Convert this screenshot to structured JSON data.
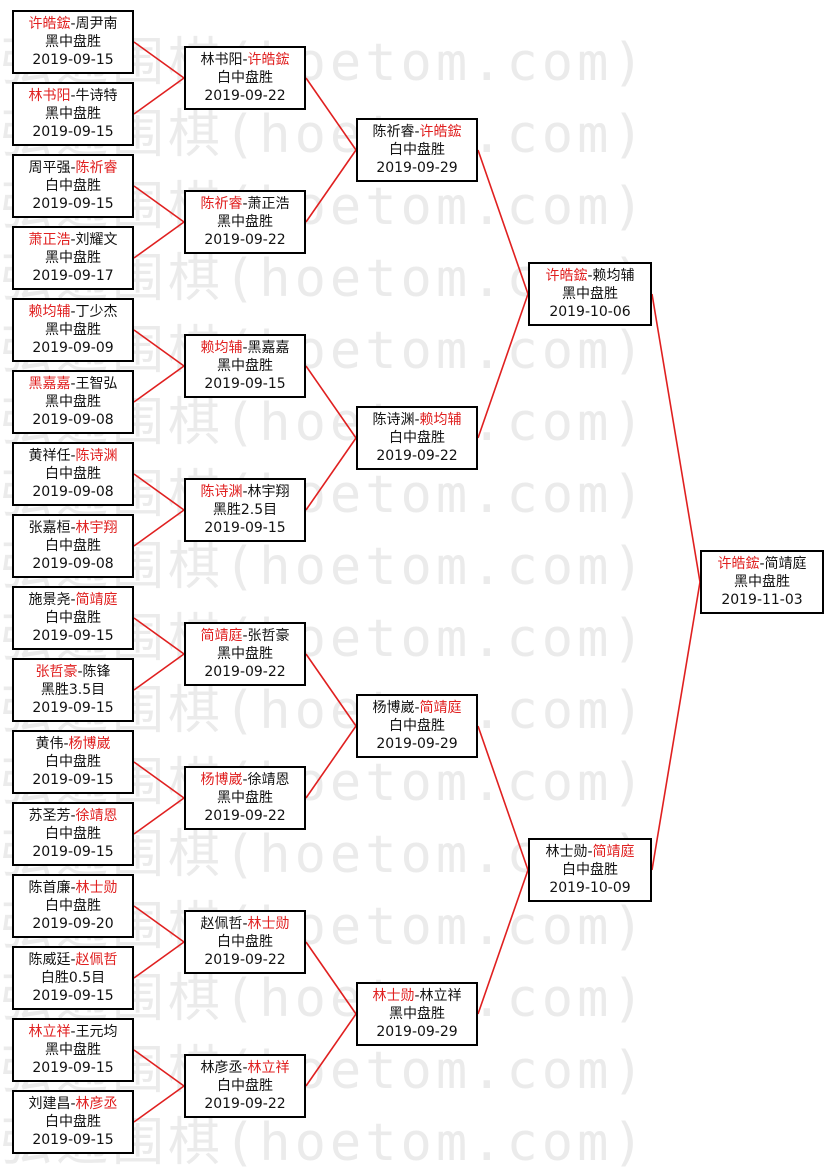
{
  "colors": {
    "winner": "#e02020",
    "connector": "#e02020",
    "border": "#000000",
    "watermark": "#ebebeb"
  },
  "watermark_text": "弘通围棋(hoetom.com)",
  "rounds": [
    [
      {
        "p1": "许皓鋐",
        "sep": "-",
        "p2": "周尹南",
        "winner": 1,
        "result": "黑中盘胜",
        "date": "2019-09-15"
      },
      {
        "p1": "林书阳",
        "sep": "-",
        "p2": "牛诗特",
        "winner": 1,
        "result": "黑中盘胜",
        "date": "2019-09-15"
      },
      {
        "p1": "周平强",
        "sep": "-",
        "p2": "陈祈睿",
        "winner": 2,
        "result": "白中盘胜",
        "date": "2019-09-15"
      },
      {
        "p1": "萧正浩",
        "sep": "-",
        "p2": "刘耀文",
        "winner": 1,
        "result": "黑中盘胜",
        "date": "2019-09-17"
      },
      {
        "p1": "赖均辅",
        "sep": "-",
        "p2": "丁少杰",
        "winner": 1,
        "result": "黑中盘胜",
        "date": "2019-09-09"
      },
      {
        "p1": "黑嘉嘉",
        "sep": "-",
        "p2": "王智弘",
        "winner": 1,
        "result": "黑中盘胜",
        "date": "2019-09-08"
      },
      {
        "p1": "黄祥任",
        "sep": "-",
        "p2": "陈诗渊",
        "winner": 2,
        "result": "白中盘胜",
        "date": "2019-09-08"
      },
      {
        "p1": "张嘉桓",
        "sep": "-",
        "p2": "林宇翔",
        "winner": 2,
        "result": "白中盘胜",
        "date": "2019-09-08"
      },
      {
        "p1": "施景尧",
        "sep": "-",
        "p2": "简靖庭",
        "winner": 2,
        "result": "白中盘胜",
        "date": "2019-09-15"
      },
      {
        "p1": "张哲豪",
        "sep": "-",
        "p2": "陈锋",
        "winner": 1,
        "result": "黑胜3.5目",
        "date": "2019-09-15"
      },
      {
        "p1": "黄伟",
        "sep": "-",
        "p2": "杨博崴",
        "winner": 2,
        "result": "白中盘胜",
        "date": "2019-09-15"
      },
      {
        "p1": "苏圣芳",
        "sep": "-",
        "p2": "徐靖恩",
        "winner": 2,
        "result": "白中盘胜",
        "date": "2019-09-15"
      },
      {
        "p1": "陈首廉",
        "sep": "-",
        "p2": "林士勋",
        "winner": 2,
        "result": "白中盘胜",
        "date": "2019-09-20"
      },
      {
        "p1": "陈威廷",
        "sep": "-",
        "p2": "赵佩哲",
        "winner": 2,
        "result": "白胜0.5目",
        "date": "2019-09-15"
      },
      {
        "p1": "林立祥",
        "sep": "-",
        "p2": "王元均",
        "winner": 1,
        "result": "黑中盘胜",
        "date": "2019-09-15"
      },
      {
        "p1": "刘建昌",
        "sep": "-",
        "p2": "林彦丞",
        "winner": 2,
        "result": "白中盘胜",
        "date": "2019-09-15"
      }
    ],
    [
      {
        "p1": "林书阳",
        "sep": "-",
        "p2": "许皓鋐",
        "winner": 2,
        "result": "白中盘胜",
        "date": "2019-09-22"
      },
      {
        "p1": "陈祈睿",
        "sep": "-",
        "p2": "萧正浩",
        "winner": 1,
        "result": "黑中盘胜",
        "date": "2019-09-22"
      },
      {
        "p1": "赖均辅",
        "sep": "-",
        "p2": "黑嘉嘉",
        "winner": 1,
        "result": "黑中盘胜",
        "date": "2019-09-15"
      },
      {
        "p1": "陈诗渊",
        "sep": "-",
        "p2": "林宇翔",
        "winner": 1,
        "result": "黑胜2.5目",
        "date": "2019-09-15"
      },
      {
        "p1": "简靖庭",
        "sep": "-",
        "p2": "张哲豪",
        "winner": 1,
        "result": "黑中盘胜",
        "date": "2019-09-22"
      },
      {
        "p1": "杨博崴",
        "sep": "-",
        "p2": "徐靖恩",
        "winner": 1,
        "result": "黑中盘胜",
        "date": "2019-09-22"
      },
      {
        "p1": "赵佩哲",
        "sep": "-",
        "p2": "林士勋",
        "winner": 2,
        "result": "白中盘胜",
        "date": "2019-09-22"
      },
      {
        "p1": "林彦丞",
        "sep": "-",
        "p2": "林立祥",
        "winner": 2,
        "result": "白中盘胜",
        "date": "2019-09-22"
      }
    ],
    [
      {
        "p1": "陈祈睿",
        "sep": "-",
        "p2": "许皓鋐",
        "winner": 2,
        "result": "白中盘胜",
        "date": "2019-09-29"
      },
      {
        "p1": "陈诗渊",
        "sep": "-",
        "p2": "赖均辅",
        "winner": 2,
        "result": "白中盘胜",
        "date": "2019-09-22"
      },
      {
        "p1": "杨博崴",
        "sep": "-",
        "p2": "简靖庭",
        "winner": 2,
        "result": "白中盘胜",
        "date": "2019-09-29"
      },
      {
        "p1": "林士勋",
        "sep": "-",
        "p2": "林立祥",
        "winner": 1,
        "result": "黑中盘胜",
        "date": "2019-09-29"
      }
    ],
    [
      {
        "p1": "许皓鋐",
        "sep": "-",
        "p2": "赖均辅",
        "winner": 1,
        "result": "黑中盘胜",
        "date": "2019-10-06"
      },
      {
        "p1": "林士勋",
        "sep": "-",
        "p2": "简靖庭",
        "winner": 2,
        "result": "白中盘胜",
        "date": "2019-10-09"
      }
    ],
    [
      {
        "p1": "许皓鋐",
        "sep": "-",
        "p2": "简靖庭",
        "winner": 1,
        "result": "黑中盘胜",
        "date": "2019-11-03"
      }
    ]
  ]
}
